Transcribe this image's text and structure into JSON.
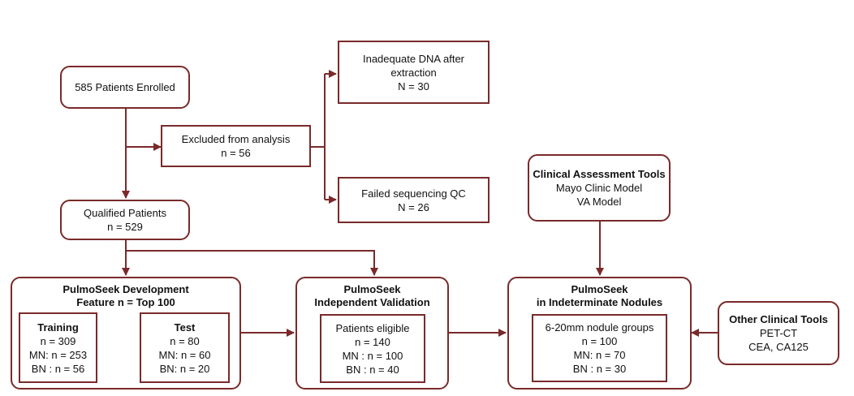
{
  "enrolled": {
    "text": "585 Patients Enrolled"
  },
  "excluded": {
    "line1": "Excluded from analysis",
    "line2": "n = 56"
  },
  "inadequate_dna": {
    "line1": "Inadequate DNA after",
    "line2": "extraction",
    "line3": "N = 30"
  },
  "failed_qc": {
    "line1": "Failed sequencing QC",
    "line2": "N = 26"
  },
  "qualified": {
    "line1": "Qualified Patients",
    "line2": "n = 529"
  },
  "development": {
    "title1": "PulmoSeek Development",
    "title2": "Feature n = Top 100",
    "training": {
      "title": "Training",
      "l1": "n = 309",
      "l2": "MN: n = 253",
      "l3": "BN : n = 56"
    },
    "test": {
      "title": "Test",
      "l1": "n = 80",
      "l2": "MN: n = 60",
      "l3": "BN: n = 20"
    }
  },
  "validation": {
    "title1": "PulmoSeek",
    "title2": "Independent Validation",
    "l1": "Patients eligible",
    "l2": "n = 140",
    "l3": "MN : n =  100",
    "l4": "BN : n = 40"
  },
  "indeterminate": {
    "title1": "PulmoSeek",
    "title2": "in Indeterminate Nodules",
    "l1": "6-20mm nodule groups",
    "l2": "n = 100",
    "l3": "MN: n = 70",
    "l4": "BN : n = 30"
  },
  "clinical_tools": {
    "title": "Clinical Assessment Tools",
    "l1": "Mayo Clinic Model",
    "l2": "VA Model"
  },
  "other_tools": {
    "title": "Other Clinical Tools",
    "l1": "PET-CT",
    "l2": "CEA, CA125"
  },
  "colors": {
    "border": "#7a2a2a",
    "arrow": "#7a2a2a"
  }
}
